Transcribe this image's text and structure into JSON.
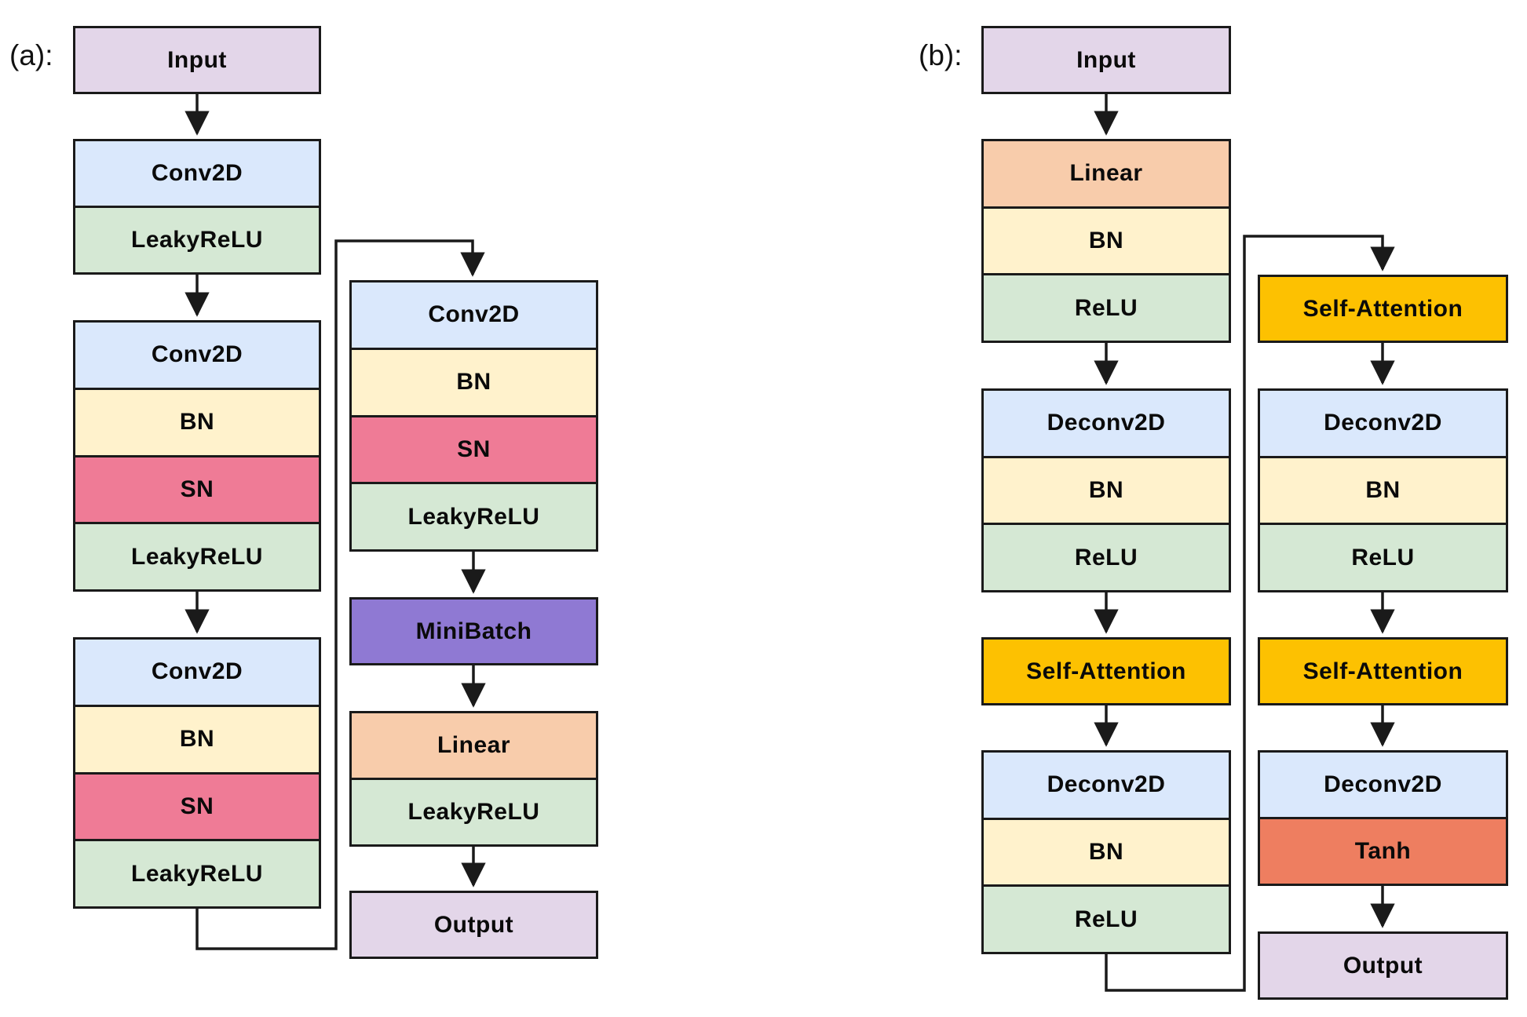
{
  "colors": {
    "lavender": "#E3D6E9",
    "blue": "#DAE8FC",
    "green": "#D5E8D4",
    "cream": "#FFF2CC",
    "pink": "#EF7B96",
    "purple": "#8F79D3",
    "peach": "#F8CCAB",
    "gold": "#FDC101",
    "coral": "#EE7E60"
  },
  "panel_a": {
    "label": "(a):",
    "col1": {
      "input": "Input",
      "group1": [
        "Conv2D",
        "LeakyReLU"
      ],
      "group2": [
        "Conv2D",
        "BN",
        "SN",
        "LeakyReLU"
      ],
      "group3": [
        "Conv2D",
        "BN",
        "SN",
        "LeakyReLU"
      ]
    },
    "col2": {
      "group4": [
        "Conv2D",
        "BN",
        "SN",
        "LeakyReLU"
      ],
      "minibatch": "MiniBatch",
      "group5": [
        "Linear",
        "LeakyReLU"
      ],
      "output": "Output"
    }
  },
  "panel_b": {
    "label": "(b):",
    "col1": {
      "input": "Input",
      "group1": [
        "Linear",
        "BN",
        "ReLU"
      ],
      "group2": [
        "Deconv2D",
        "BN",
        "ReLU"
      ],
      "attn1": "Self-Attention",
      "group3": [
        "Deconv2D",
        "BN",
        "ReLU"
      ]
    },
    "col2": {
      "attn2": "Self-Attention",
      "group4": [
        "Deconv2D",
        "BN",
        "ReLU"
      ],
      "attn3": "Self-Attention",
      "group5": [
        "Deconv2D",
        "Tanh"
      ],
      "output": "Output"
    }
  }
}
